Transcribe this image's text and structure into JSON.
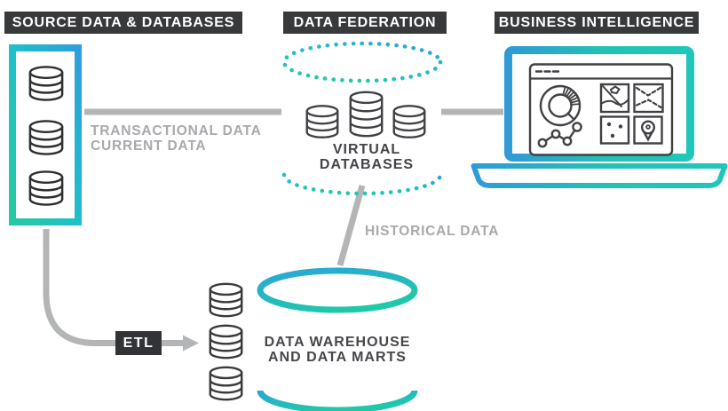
{
  "headers": {
    "source": "SOURCE DATA & DATABASES",
    "federation": "DATA FEDERATION",
    "business_intelligence": "BUSINESS INTELLIGENCE"
  },
  "labels": {
    "transactional_line1": "TRANSACTIONAL DATA",
    "transactional_line2": "CURRENT DATA",
    "historical": "HISTORICAL DATA",
    "virtual_line1": "VIRTUAL",
    "virtual_line2": "DATABASES",
    "warehouse_line1": "DATA WAREHOUSE",
    "warehouse_line2": "AND DATA MARTS",
    "etl": "ETL"
  },
  "colors": {
    "header_bg": "#38393b",
    "header_text": "#ffffff",
    "label_gray": "#a7a9ac",
    "label_dark": "#45474b",
    "connector_gray": "#b3b5b7",
    "icon_stroke": "#404144",
    "teal": "#1fc0c8",
    "blue": "#2e9edc",
    "green_teal": "#25c9a2",
    "background": "#ffffff"
  },
  "icons": {
    "database": "cylinder",
    "virtual_databases_outline": "dotted-cylinder",
    "laptop": "laptop-outline",
    "donut_chart": "hatched-ring",
    "line_chart": "polyline-with-nodes",
    "map": "map-sketch",
    "routes": "dashed-routes",
    "scatter": "three-dots",
    "location_pin": "map-pin",
    "etl_arrow": "arrow-right"
  }
}
